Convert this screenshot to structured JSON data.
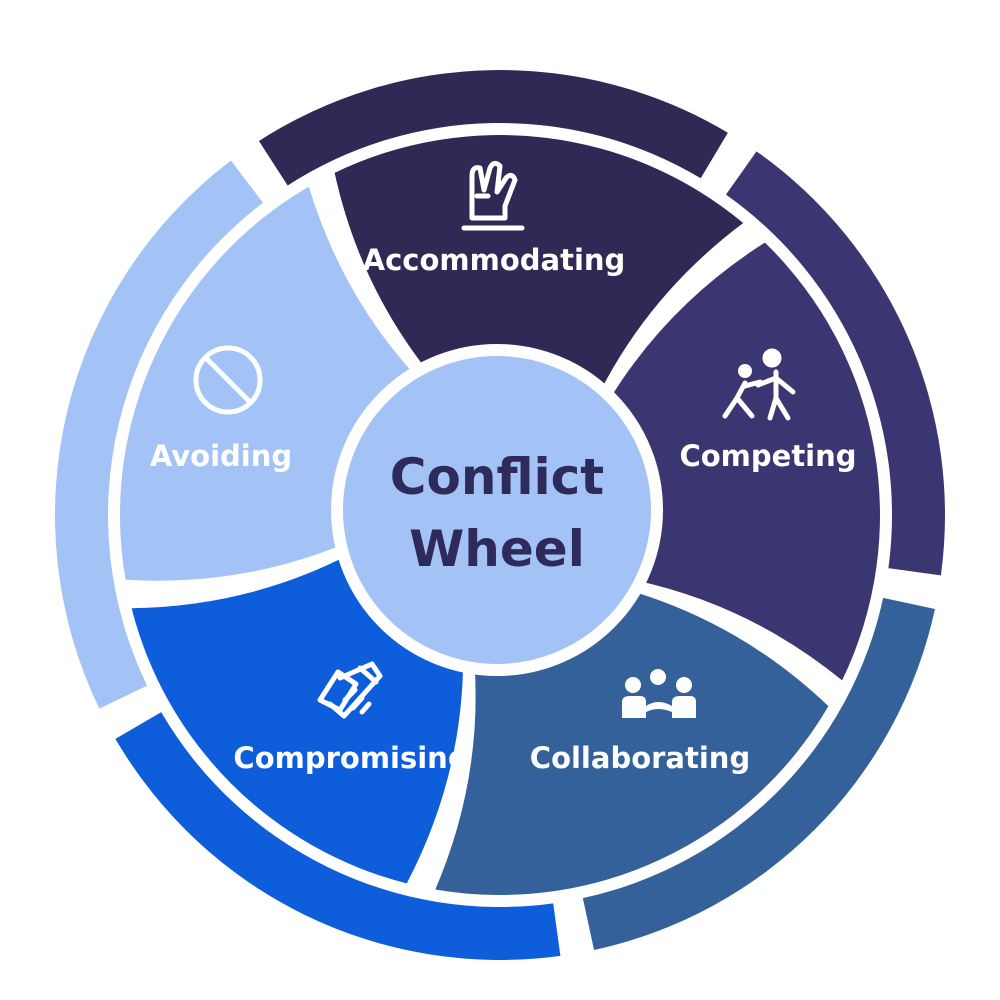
{
  "center": {
    "line1": "Conflict",
    "line2": "Wheel",
    "color": "#a3c2f6",
    "text_color": "#2e2a5a"
  },
  "segments": [
    {
      "id": "accommodating",
      "label": "Accommodating",
      "icon": "raised-hand-icon",
      "color": "#322855"
    },
    {
      "id": "competing",
      "label": "Competing",
      "icon": "pushing-people-icon",
      "color": "#3b3672"
    },
    {
      "id": "collaborating",
      "label": "Collaborating",
      "icon": "group-meeting-icon",
      "color": "#35619a"
    },
    {
      "id": "compromising",
      "label": "Compromising",
      "icon": "handshake-icon",
      "color": "#0e5ddb"
    },
    {
      "id": "avoiding",
      "label": "Avoiding",
      "icon": "prohibited-icon",
      "color": "#a3c2f6"
    }
  ]
}
